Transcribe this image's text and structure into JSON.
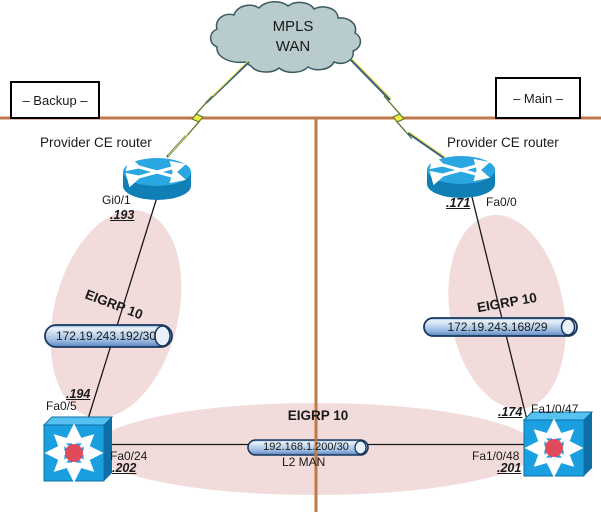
{
  "colors": {
    "accent_orange": "#c0794a",
    "ellipse_pink": "#f2dcdb",
    "cloud_fill": "#b8cbcd",
    "router_blue": "#2aa7e0",
    "switch_blue": "#1aa0e0",
    "cylinder_outline_navy": "#17375e",
    "bolt_yellow": "#f2ee3e"
  },
  "cloud": {
    "line1": "MPLS",
    "line2": "WAN"
  },
  "sites": {
    "backup": "– Backup –",
    "main": "– Main –"
  },
  "routers": {
    "left": {
      "label": "Provider CE router",
      "interface": "Gi0/1",
      "ip": ".193"
    },
    "right": {
      "label": "Provider CE router",
      "interface": "Fa0/0",
      "ip": ".171"
    }
  },
  "links": {
    "left": {
      "protocol": "EIGRP 10",
      "subnet": "172.19.243.192/30"
    },
    "right": {
      "protocol": "EIGRP 10",
      "subnet": "172.19.243.168/29"
    },
    "bottom": {
      "protocol": "EIGRP 10",
      "subnet": "192.168.1.200/30",
      "medium": "L2 MAN"
    }
  },
  "switches": {
    "left": {
      "uplink_ip": ".194",
      "uplink_interface": "Fa0/5",
      "man_interface": "Fa0/24",
      "man_ip": ".202"
    },
    "right": {
      "uplink_ip": ".174",
      "uplink_interface": "Fa1/0/47",
      "man_interface": "Fa1/0/48",
      "man_ip": ".201"
    }
  }
}
